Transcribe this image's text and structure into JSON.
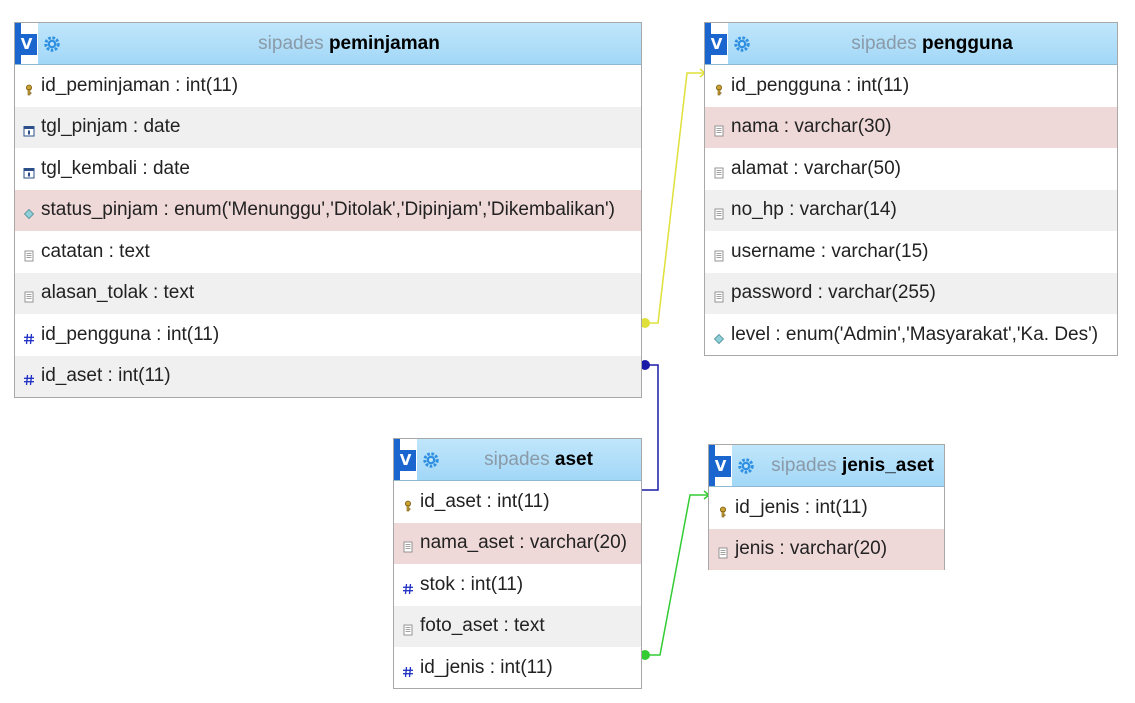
{
  "tables": [
    {
      "db": "sipades",
      "name": "peminjaman",
      "columns": [
        {
          "label": "id_peminjaman : int(11)",
          "icon": "key-icon",
          "style": "normal"
        },
        {
          "label": "tgl_pinjam : date",
          "icon": "calendar-icon",
          "style": "alt"
        },
        {
          "label": "tgl_kembali : date",
          "icon": "calendar-icon",
          "style": "normal"
        },
        {
          "label": "status_pinjam : enum('Menunggu','Ditolak','Dipinjam','Dikembalikan')",
          "icon": "enum-icon",
          "style": "hl"
        },
        {
          "label": "catatan : text",
          "icon": "text-icon",
          "style": "normal"
        },
        {
          "label": "alasan_tolak : text",
          "icon": "text-icon",
          "style": "alt"
        },
        {
          "label": "id_pengguna : int(11)",
          "icon": "hash-icon",
          "style": "normal"
        },
        {
          "label": "id_aset : int(11)",
          "icon": "hash-icon",
          "style": "alt"
        }
      ]
    },
    {
      "db": "sipades",
      "name": "pengguna",
      "columns": [
        {
          "label": "id_pengguna : int(11)",
          "icon": "key-icon",
          "style": "normal"
        },
        {
          "label": "nama : varchar(30)",
          "icon": "text-icon",
          "style": "hl"
        },
        {
          "label": "alamat : varchar(50)",
          "icon": "text-icon",
          "style": "normal"
        },
        {
          "label": "no_hp : varchar(14)",
          "icon": "text-icon",
          "style": "alt"
        },
        {
          "label": "username : varchar(15)",
          "icon": "text-icon",
          "style": "normal"
        },
        {
          "label": "password : varchar(255)",
          "icon": "text-icon",
          "style": "alt"
        },
        {
          "label": "level : enum('Admin','Masyarakat','Ka. Des')",
          "icon": "enum-icon",
          "style": "normal"
        }
      ]
    },
    {
      "db": "sipades",
      "name": "aset",
      "columns": [
        {
          "label": "id_aset : int(11)",
          "icon": "key-icon",
          "style": "normal"
        },
        {
          "label": "nama_aset : varchar(20)",
          "icon": "text-icon",
          "style": "hl"
        },
        {
          "label": "stok : int(11)",
          "icon": "hash-icon",
          "style": "normal"
        },
        {
          "label": "foto_aset : text",
          "icon": "text-icon",
          "style": "alt"
        },
        {
          "label": "id_jenis : int(11)",
          "icon": "hash-icon",
          "style": "normal"
        }
      ]
    },
    {
      "db": "sipades",
      "name": "jenis_aset",
      "columns": [
        {
          "label": "id_jenis : int(11)",
          "icon": "key-icon",
          "style": "normal"
        },
        {
          "label": "jenis : varchar(20)",
          "icon": "text-icon",
          "style": "hl"
        }
      ]
    }
  ],
  "toggle_label": "V",
  "relations": [
    {
      "from": "peminjaman.id_pengguna",
      "to": "pengguna.id_pengguna",
      "color": "#e0e03a"
    },
    {
      "from": "peminjaman.id_aset",
      "to": "aset.id_aset",
      "color": "#1a1aa8"
    },
    {
      "from": "aset.id_jenis",
      "to": "jenis_aset.id_jenis",
      "color": "#33cc33"
    }
  ],
  "colors": {
    "header": "#a2d7f7",
    "toggle": "#1b66ce",
    "highlight_row": "#efd8d8",
    "alt_row": "#f0f0f0"
  }
}
